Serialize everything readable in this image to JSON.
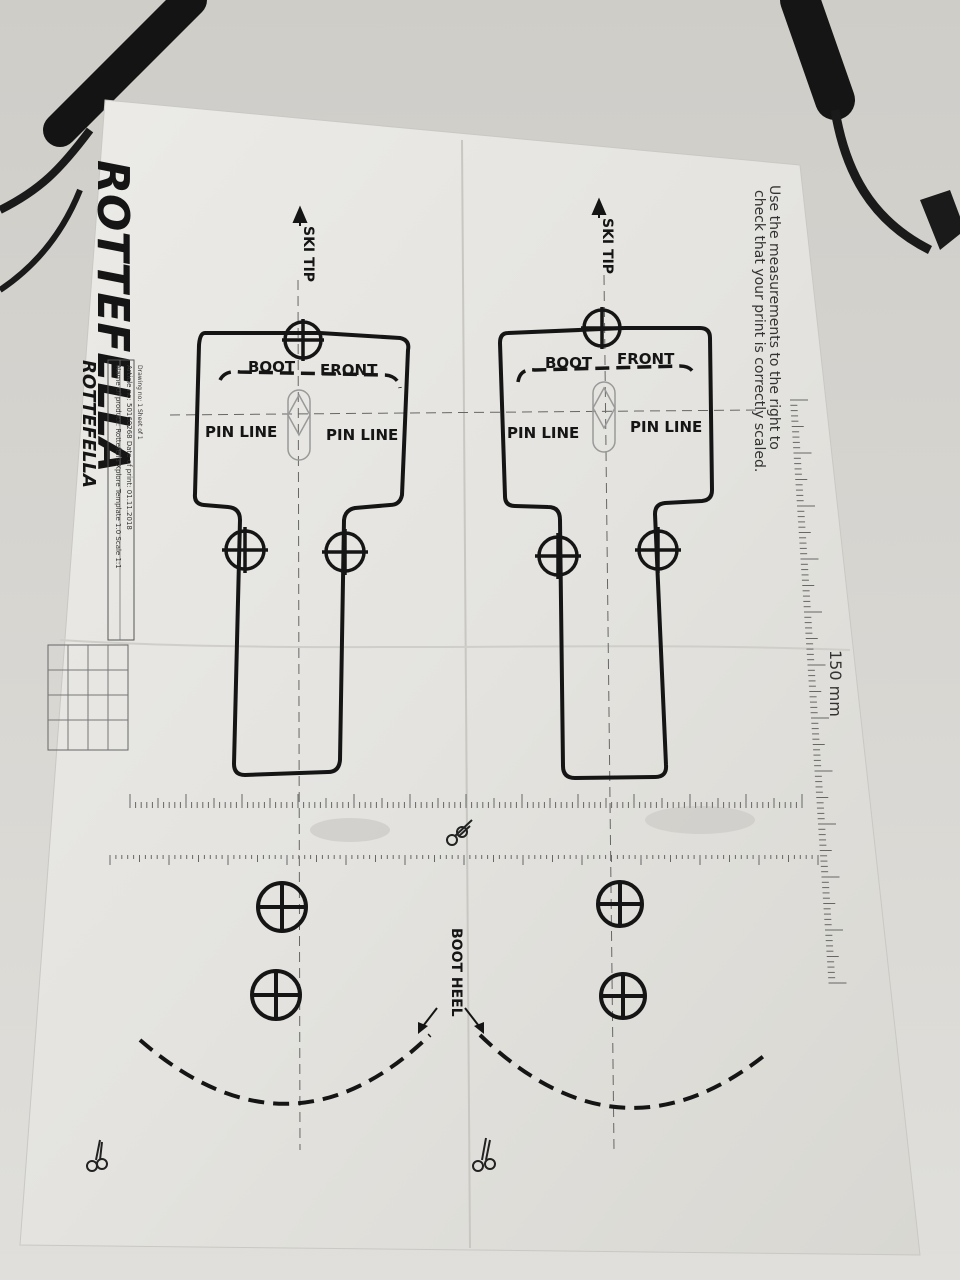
{
  "brand": {
    "name": "ROTTEFELLA",
    "logo_small": "ROTTEFELLA"
  },
  "ruler": {
    "instruction_line1": "Use the measurements to the right to",
    "instruction_line2": "check that your print is correctly scaled.",
    "measure_label": "150 mm"
  },
  "template": {
    "ski_tip": "SKI TIP",
    "boot": "BOOT",
    "front": "FRONT",
    "pin_line": "PIN LINE",
    "boot_heel": "BOOT HEEL"
  },
  "info_box": {
    "row1": "Name of product: Rottefella Xplore Template 1.0  Scale 1:1",
    "row2": "Article no: 50160268   Date of print: 01.11.2018",
    "row3": "Drawing no: 1  Sheet of 1"
  },
  "colors": {
    "paper": "#ebeae6",
    "ink": "#151515",
    "background": "#d9d8d4"
  }
}
